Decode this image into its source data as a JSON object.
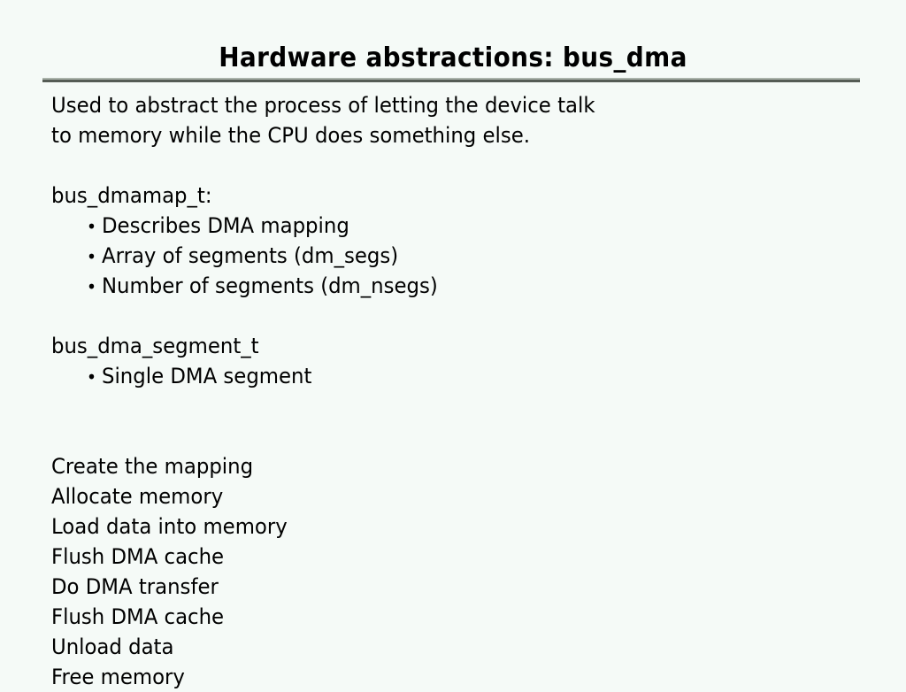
{
  "slide": {
    "title": "Hardware abstractions: bus_dma",
    "background_color": "#f5faf7",
    "text_color": "#000000",
    "rule_light_color": "#aab3aa",
    "rule_dark_color": "#555c55",
    "bullet_glyph": "•",
    "intro": [
      "Used to abstract the process of letting the device talk",
      "to memory while the CPU does something else."
    ],
    "sections": [
      {
        "heading": "bus_dmamap_t:",
        "bullets": [
          "Describes DMA mapping",
          "Array of segments (dm_segs)",
          "Number of segments (dm_nsegs)"
        ]
      },
      {
        "heading": "bus_dma_segment_t",
        "bullets": [
          "Single DMA segment"
        ]
      }
    ],
    "steps": [
      "Create the mapping",
      "Allocate memory",
      "Load data into memory",
      "Flush DMA cache",
      "Do DMA transfer",
      "Flush DMA cache",
      "Unload data",
      "Free memory"
    ]
  }
}
